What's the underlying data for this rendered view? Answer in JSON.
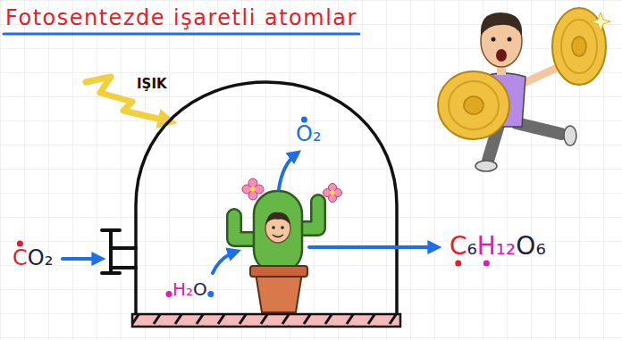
{
  "diagram": {
    "title": "Fotosentezde işaretli atomlar",
    "labels": [
      "IŞIK",
      "CO₂",
      "O₂",
      "H₂O",
      "C₆H₁₂O₆"
    ]
  }
}
